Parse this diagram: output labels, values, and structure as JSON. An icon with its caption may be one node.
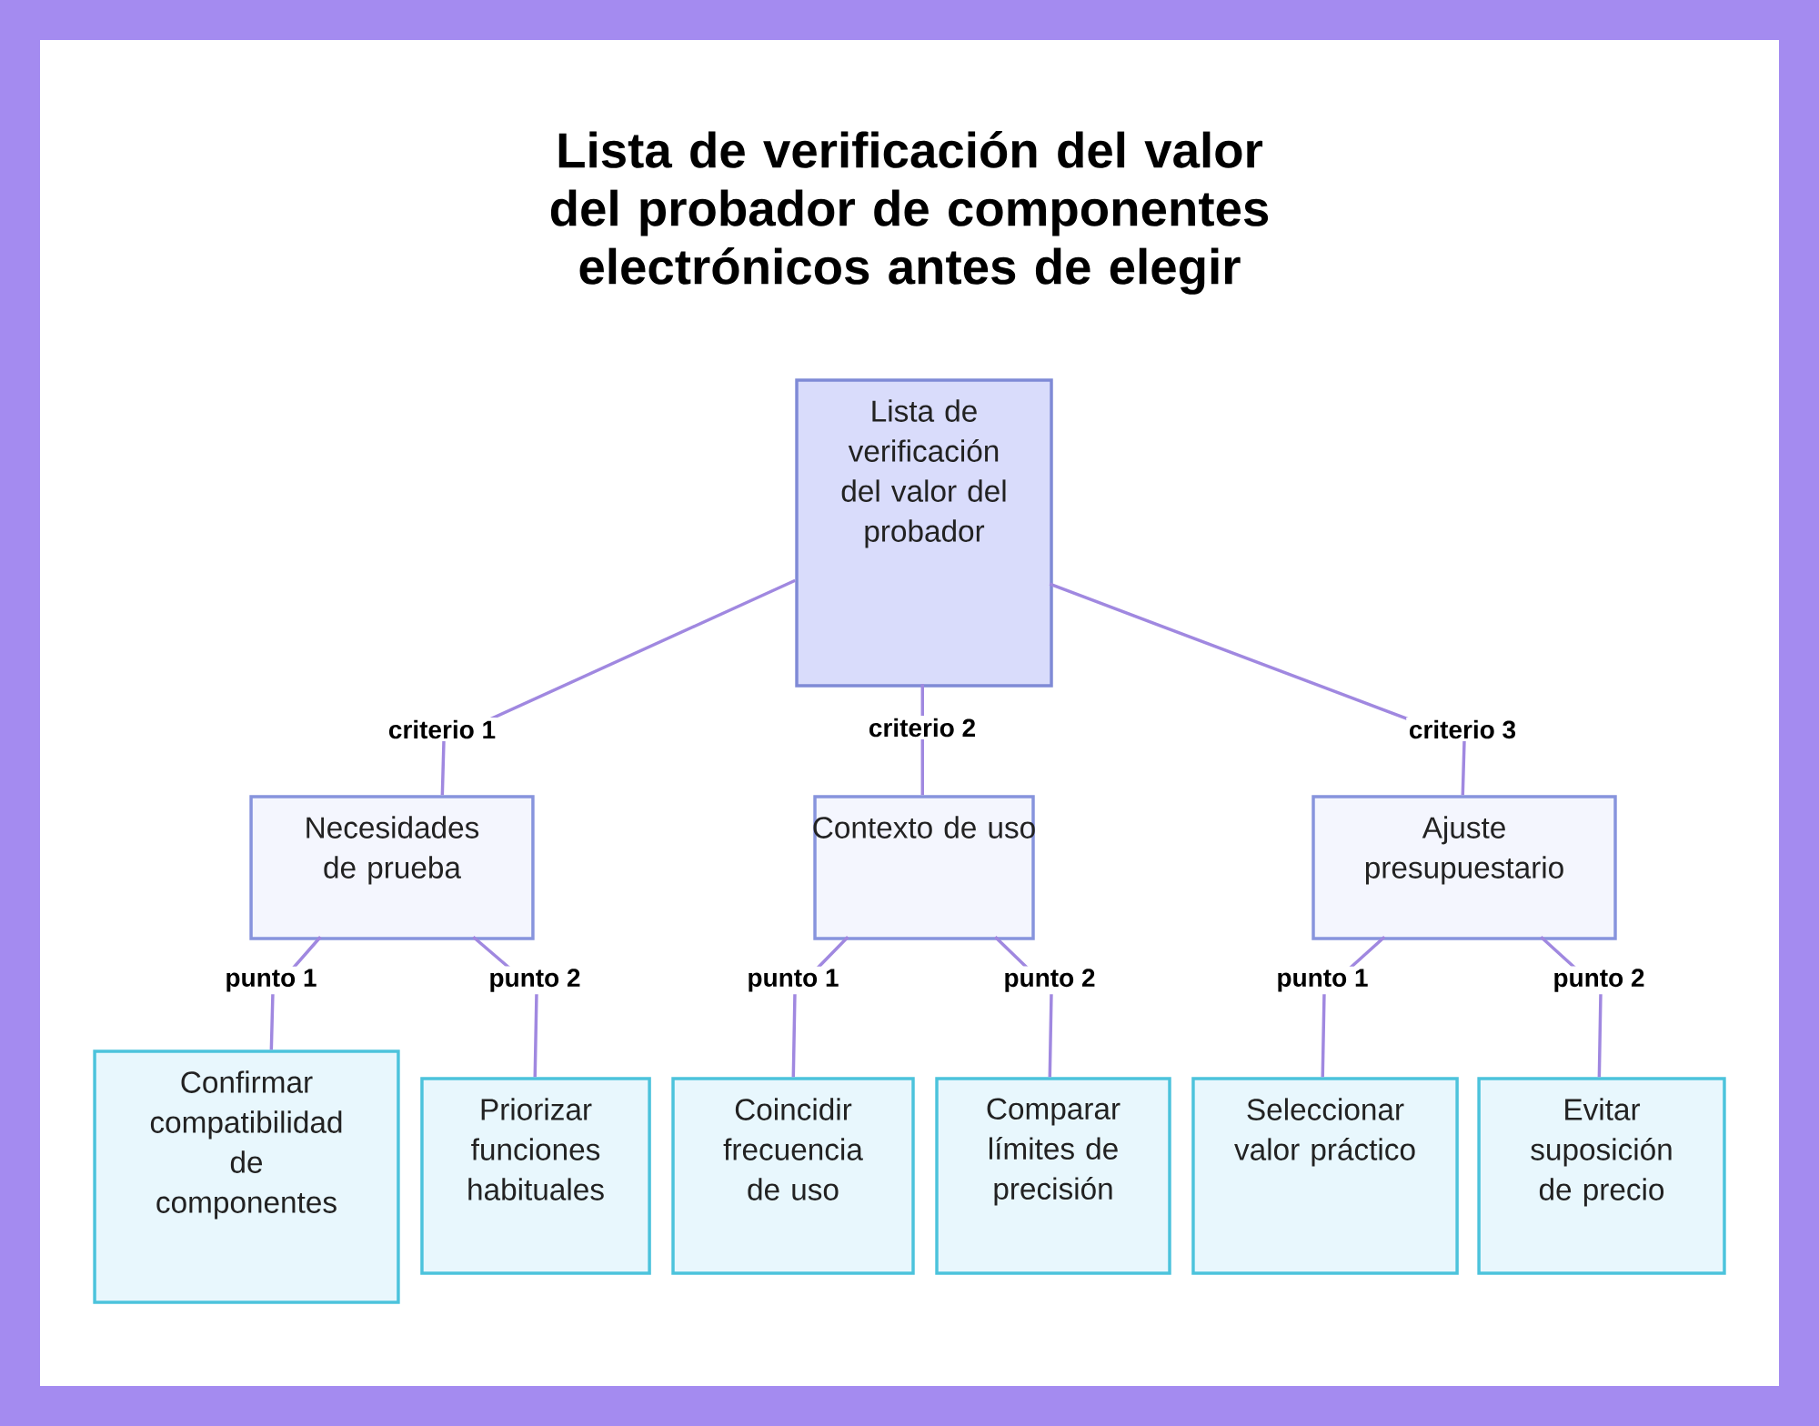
{
  "diagram": {
    "title": "Lista de verificación del valor del probador de componentes electrónicos antes de elegir",
    "nodes": [
      {
        "text": [
          "Lista de verificación del valor del probador"
        ]
      },
      {
        "text": [
          "Necesidades de prueba"
        ]
      },
      {
        "text": [
          "Contexto de uso"
        ]
      },
      {
        "text": [
          "Ajuste presupuestario"
        ]
      },
      {
        "text": [
          "Confirmar compatibilidad de componentes"
        ]
      },
      {
        "text": [
          "Priorizar funciones habituales"
        ]
      },
      {
        "text": [
          "Coincidir frecuencia de uso"
        ]
      },
      {
        "text": [
          "Comparar límites de precisión"
        ]
      },
      {
        "text": [
          "Seleccionar valor práctico"
        ]
      },
      {
        "text": [
          "Evitar suposición de precio"
        ]
      }
    ],
    "edges": [
      {
        "from": 0,
        "to": 1,
        "arrow": "none",
        "label": "criterio 1"
      },
      {
        "from": 0,
        "to": 2,
        "arrow": "none",
        "label": "criterio 2"
      },
      {
        "from": 0,
        "to": 3,
        "arrow": "none",
        "label": "criterio 3"
      },
      {
        "from": 1,
        "to": 4,
        "arrow": "none",
        "label": "punto 1"
      },
      {
        "from": 1,
        "to": 5,
        "arrow": "none",
        "label": "punto 2"
      },
      {
        "from": 2,
        "to": 6,
        "arrow": "none",
        "label": "punto 1"
      },
      {
        "from": 2,
        "to": 7,
        "arrow": "none",
        "label": "punto 2"
      },
      {
        "from": 3,
        "to": 8,
        "arrow": "none",
        "label": "punto 1"
      },
      {
        "from": 3,
        "to": 9,
        "arrow": "none",
        "label": "punto 2"
      }
    ]
  }
}
